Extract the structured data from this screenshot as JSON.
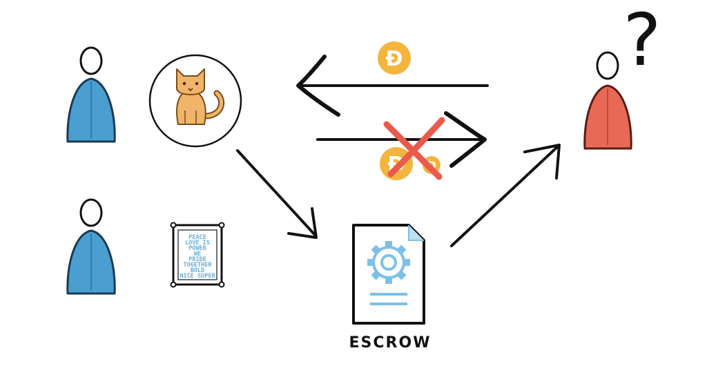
{
  "escrow": {
    "label": "ESCROW"
  },
  "receiver": {
    "question_mark": "?"
  },
  "coin": {
    "glyph": "Ð"
  },
  "poster": {
    "lines": [
      "PEACE",
      "LOVE IS",
      "POWER",
      "WE",
      "PRIDE",
      "TOGETHER",
      "BOLD",
      "NICE SUPER"
    ]
  },
  "colors": {
    "person_blue": "#4a9fd0",
    "person_red": "#e86a56",
    "coin_gold": "#f3b53d",
    "cat_orange": "#f0b46a",
    "doc_blue": "#7cc0e6",
    "cross_red": "#ea5a4c",
    "ink": "#111111"
  }
}
